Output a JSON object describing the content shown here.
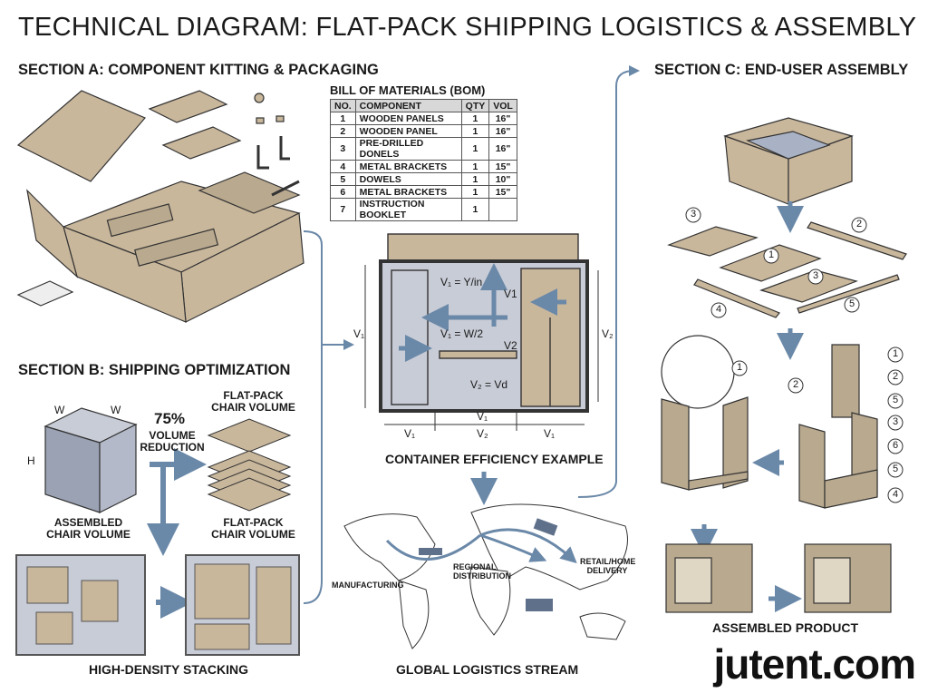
{
  "title": "TECHNICAL DIAGRAM: FLAT-PACK SHIPPING LOGISTICS & ASSEMBLY",
  "section_a": {
    "heading": "SECTION A: COMPONENT KITTING & PACKAGING"
  },
  "bom": {
    "heading": "BILL OF MATERIALS (BOM)",
    "columns": [
      "NO.",
      "COMPONENT",
      "QTY",
      "VOL"
    ],
    "rows": [
      [
        "1",
        "WOODEN PANELS",
        "1",
        "16\""
      ],
      [
        "2",
        "WOODEN PANEL",
        "1",
        "16\""
      ],
      [
        "3",
        "PRE-DRILLED DONELS",
        "1",
        "16\""
      ],
      [
        "4",
        "METAL BRACKETS",
        "1",
        "15\""
      ],
      [
        "5",
        "DOWELS",
        "1",
        "10\""
      ],
      [
        "6",
        "METAL BRACKETS",
        "1",
        "15\""
      ],
      [
        "7",
        "INSTRUCTION BOOKLET",
        "1",
        ""
      ]
    ]
  },
  "container": {
    "caption": "CONTAINER EFFICIENCY EXAMPLE",
    "labels": {
      "v1_left": "V₁",
      "v2_right": "V₂",
      "eq1": "V₁ = Y/in",
      "eq2": "V₁ = W/2",
      "eq3": "V₂ = Vd",
      "v1_mid": "V1",
      "v2_mid": "V2",
      "bottom_top": "V₁",
      "bottom_1": "V₁",
      "bottom_2": "V₂",
      "bottom_3": "V₁"
    }
  },
  "section_b": {
    "heading": "SECTION B: SHIPPING OPTIMIZATION",
    "dim_w1": "W",
    "dim_w2": "W",
    "dim_h": "H",
    "reduction_pct": "75%",
    "reduction_text": "VOLUME REDUCTION",
    "flatpack_top": "FLAT-PACK CHAIR VOLUME",
    "assembled": "ASSEMBLED CHAIR VOLUME",
    "flatpack_bottom": "FLAT-PACK CHAIR VOLUME",
    "stacking_caption": "HIGH-DENSITY STACKING"
  },
  "logistics": {
    "caption": "GLOBAL LOGISTICS STREAM",
    "manufacturing": "MANUFACTURING",
    "regional": "REGIONAL DISTRIBUTION",
    "retail": "RETAIL/HOME DELIVERY"
  },
  "section_c": {
    "heading": "SECTION C: END-USER ASSEMBLY",
    "caption": "ASSEMBLED PRODUCT",
    "callouts_panels": [
      "3",
      "2",
      "1",
      "3",
      "4",
      "5"
    ],
    "callouts_assembly_left": [
      "1"
    ],
    "callouts_assembly_right": [
      "1",
      "2",
      "5",
      "3",
      "6",
      "5",
      "4",
      "2"
    ]
  },
  "watermark": "jutent.com",
  "colors": {
    "cardboard": "#c9b79c",
    "arrow": "#6a88a8",
    "panel": "#b9a98f",
    "line": "#333333"
  }
}
